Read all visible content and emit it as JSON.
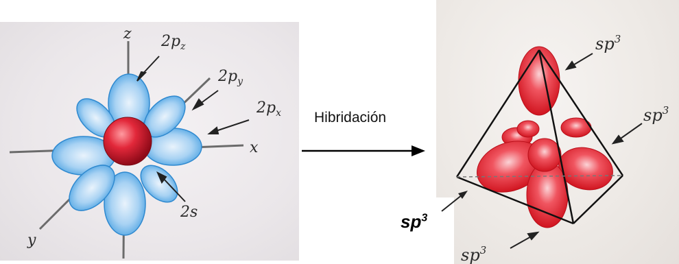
{
  "left_diagram": {
    "axis_labels": {
      "z": "z",
      "x": "x",
      "y": "y"
    },
    "orbital_labels": {
      "pz_base": "2p",
      "pz_sub": "z",
      "py_base": "2p",
      "py_sub": "y",
      "px_base": "2p",
      "px_sub": "x",
      "s": "2s"
    },
    "colors": {
      "p_orbital": "#4aa6e6",
      "s_orbital": "#c8102e"
    }
  },
  "arrow_label": "Hibridación",
  "right_diagram": {
    "labels": {
      "top": "sp",
      "right": "sp",
      "bottom": "sp",
      "exponent": "3"
    },
    "colors": {
      "sp3_lobe": "#e8262f"
    }
  },
  "sp3_bold_label": {
    "base": "sp",
    "exponent": "3"
  }
}
